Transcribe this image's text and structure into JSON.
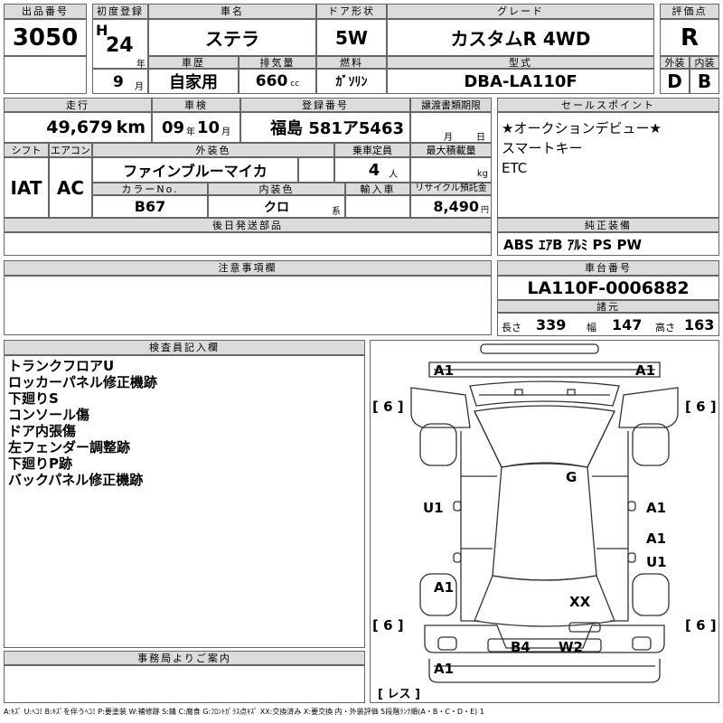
{
  "lot": {
    "label": "出品番号",
    "value": "3050"
  },
  "first_reg": {
    "label": "初度登録",
    "era": "H",
    "year": "24",
    "year_unit": "年",
    "month": "9",
    "month_unit": "月"
  },
  "car_name": {
    "label": "車名",
    "value": "ステラ"
  },
  "door": {
    "label": "ドア形状",
    "value": "5W"
  },
  "grade": {
    "label": "グレード",
    "value": "カスタムR 4WD"
  },
  "score": {
    "label": "評価点",
    "value": "R"
  },
  "history": {
    "label": "車歴",
    "value": "自家用"
  },
  "displacement": {
    "label": "排気量",
    "value": "660",
    "unit": "cc"
  },
  "fuel": {
    "label": "燃料",
    "value": "ｶﾞｿﾘﾝ"
  },
  "model_code": {
    "label": "型式",
    "value": "DBA-LA110F"
  },
  "ext_grade": {
    "label": "外装",
    "value": "D"
  },
  "int_grade": {
    "label": "内装",
    "value": "B"
  },
  "mileage": {
    "label": "走行",
    "value": "49,679",
    "unit": "km"
  },
  "inspection": {
    "label": "車検",
    "year": "09",
    "year_unit": "年",
    "month": "10",
    "month_unit": "月"
  },
  "reg_no": {
    "label": "登録番号",
    "value": "福島 581ア5463"
  },
  "transfer_deadline": {
    "label": "譲渡書類期限",
    "month_unit": "月",
    "day_unit": "日"
  },
  "sales_point": {
    "label": "セールスポイント",
    "lines": [
      "★オークションデビュー★",
      "スマートキー",
      "ETC"
    ]
  },
  "shift": {
    "label": "シフト",
    "value": "IAT"
  },
  "aircon": {
    "label": "エアコン",
    "value": "AC"
  },
  "ext_color": {
    "label": "外装色",
    "value": "ファインブルーマイカ"
  },
  "capacity": {
    "label": "乗車定員",
    "value": "4",
    "unit": "人"
  },
  "max_load": {
    "label": "最大積載量",
    "unit": "kg"
  },
  "color_no": {
    "label": "カラーNo.",
    "value": "B67"
  },
  "int_color": {
    "label": "内装色",
    "value": "クロ",
    "unit": "系"
  },
  "import": {
    "label": "輸入車"
  },
  "recycle": {
    "label": "リサイクル預託金",
    "value": "8,490",
    "unit": "円"
  },
  "later_parts": {
    "label": "後日発送部品"
  },
  "equipment": {
    "label": "純正装備",
    "value": "ABS ｴｱB ｱﾙﾐ PS PW"
  },
  "notes": {
    "label": "注意事項欄"
  },
  "chassis": {
    "label": "車台番号",
    "value": "LA110F-0006882"
  },
  "specs": {
    "label": "諸元",
    "length_label": "長さ",
    "length": "339",
    "width_label": "幅",
    "width": "147",
    "height_label": "高さ",
    "height": "163"
  },
  "inspector": {
    "label": "検査員記入欄",
    "lines": [
      "トランクフロアU",
      "ロッカーパネル修正機跡",
      "下廻りS",
      "コンソール傷",
      "ドア内張傷",
      "左フェンダー調整跡",
      "下廻りP跡",
      "バックパネル修正機跡"
    ]
  },
  "office": {
    "label": "事務局よりご案内"
  },
  "diagram": {
    "marks": {
      "front_left": "A1",
      "front_right": "A1",
      "six_tl": "[ 6 ]",
      "six_tr": "[ 6 ]",
      "roof": "G",
      "left_door": "U1",
      "right_front_door": "A1",
      "right_rear_door": "A1",
      "right_rear_door2": "U1",
      "left_rear": "A1",
      "trunk": "XX",
      "six_bl": "[ 6 ]",
      "six_br": "[ 6 ]",
      "rear_b4": "B4",
      "rear_w2": "W2",
      "rear_bumper": "A1",
      "label_less": "[ レス ]"
    }
  },
  "legend": "A:ｷｽﾞ U:ﾍｺﾐ B:ｷｽﾞを伴うﾍｺﾐ P:要塗装 W:補修跡 S:錆 C:腐食 G:ﾌﾛﾝﾄｶﾞﾗｽ点ｷｽﾞ XX:交換済み X:要交換 内・外装評価 5段階ﾗﾝｸ順(A・B・C・D・E) 1"
}
